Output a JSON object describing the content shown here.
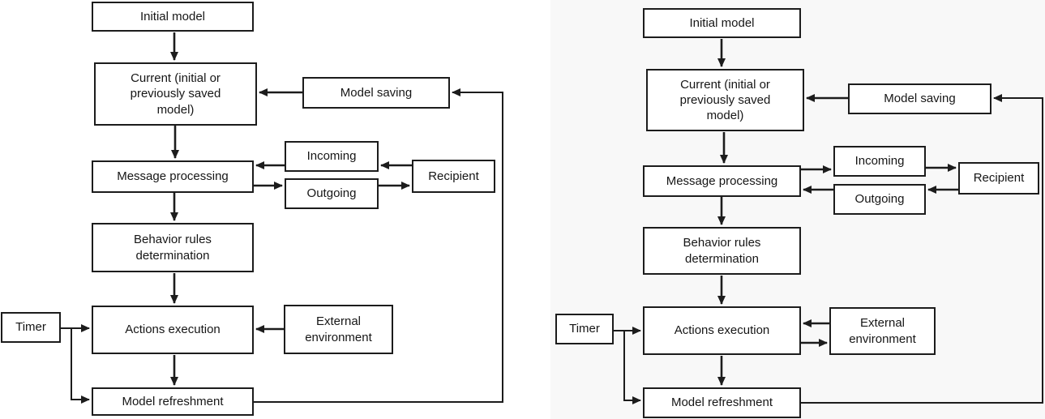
{
  "figure": {
    "type": "flowchart-pair",
    "colors": {
      "ink": "#1c1c1c",
      "paper": "#ffffff",
      "right_panel_tint": "#f8f8f8"
    },
    "panels": [
      {
        "id": "left",
        "nodes": {
          "initial_model": "Initial model",
          "current_model": "Current (initial or previously saved model)",
          "model_saving": "Model saving",
          "message_processing": "Message processing",
          "incoming": "Incoming",
          "outgoing": "Outgoing",
          "recipient": "Recipient",
          "behavior_rules": "Behavior rules determination",
          "actions_execution": "Actions execution",
          "timer": "Timer",
          "external_environment": "External environment",
          "model_refreshment": "Model refreshment"
        },
        "edges": [
          {
            "from": "initial_model",
            "to": "current_model"
          },
          {
            "from": "current_model",
            "to": "message_processing"
          },
          {
            "from": "model_saving",
            "to": "current_model"
          },
          {
            "from": "model_refreshment",
            "to": "model_saving",
            "note": "feedback loop"
          },
          {
            "from": "recipient",
            "to": "incoming"
          },
          {
            "from": "incoming",
            "to": "message_processing"
          },
          {
            "from": "message_processing",
            "to": "outgoing"
          },
          {
            "from": "outgoing",
            "to": "recipient"
          },
          {
            "from": "message_processing",
            "to": "behavior_rules"
          },
          {
            "from": "behavior_rules",
            "to": "actions_execution"
          },
          {
            "from": "external_environment",
            "to": "actions_execution"
          },
          {
            "from": "timer",
            "to": "actions_execution"
          },
          {
            "from": "timer",
            "to": "model_refreshment"
          },
          {
            "from": "actions_execution",
            "to": "model_refreshment"
          }
        ]
      },
      {
        "id": "right",
        "nodes": {
          "initial_model": "Initial model",
          "current_model": "Current (initial or previously saved model)",
          "model_saving": "Model saving",
          "message_processing": "Message processing",
          "incoming": "Incoming",
          "outgoing": "Outgoing",
          "recipient": "Recipient",
          "behavior_rules": "Behavior rules determination",
          "actions_execution": "Actions execution",
          "timer": "Timer",
          "external_environment": "External environment",
          "model_refreshment": "Model refreshment"
        },
        "edges": [
          {
            "from": "initial_model",
            "to": "current_model"
          },
          {
            "from": "current_model",
            "to": "message_processing"
          },
          {
            "from": "model_saving",
            "to": "current_model"
          },
          {
            "from": "model_refreshment",
            "to": "model_saving",
            "note": "feedback loop"
          },
          {
            "from": "message_processing",
            "to": "incoming"
          },
          {
            "from": "incoming",
            "to": "recipient"
          },
          {
            "from": "recipient",
            "to": "outgoing"
          },
          {
            "from": "outgoing",
            "to": "message_processing"
          },
          {
            "from": "message_processing",
            "to": "behavior_rules"
          },
          {
            "from": "behavior_rules",
            "to": "actions_execution"
          },
          {
            "from": "external_environment",
            "to": "actions_execution"
          },
          {
            "from": "actions_execution",
            "to": "external_environment"
          },
          {
            "from": "timer",
            "to": "actions_execution"
          },
          {
            "from": "timer",
            "to": "model_refreshment"
          },
          {
            "from": "actions_execution",
            "to": "model_refreshment"
          }
        ]
      }
    ]
  }
}
